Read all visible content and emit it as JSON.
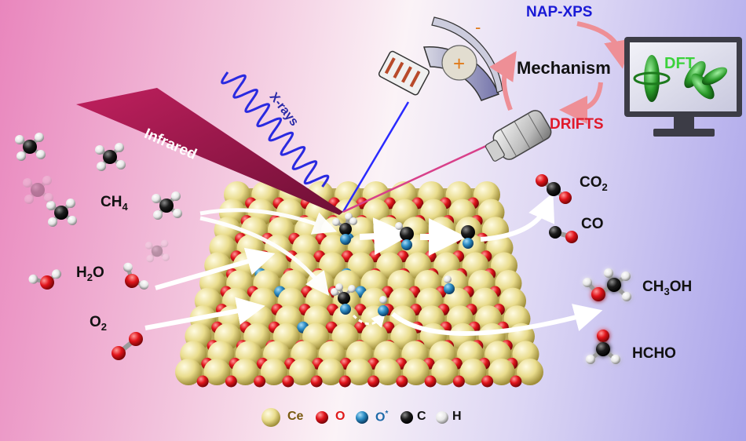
{
  "labels": {
    "napxps": "NAP-XPS",
    "mechanism": "Mechanism",
    "drifts": "DRIFTS",
    "dft": "DFT",
    "infrared": "Infrared",
    "xrays": "X-rays",
    "plus": "+",
    "minus": "-"
  },
  "molecules": {
    "ch4": {
      "base": "CH",
      "sub": "4"
    },
    "h2o_a": "H",
    "h2o_sub": "2",
    "h2o_b": "O",
    "o2_a": "O",
    "o2_sub": "2",
    "co2_a": "CO",
    "co2_sub": "2",
    "co": "CO",
    "ch3oh_a": "CH",
    "ch3oh_sub": "3",
    "ch3oh_b": "OH",
    "hcho": "HCHO"
  },
  "legend": {
    "ce": "Ce",
    "o": "O",
    "os_base": "O",
    "os_sup": "*",
    "c": "C",
    "h": "H"
  },
  "colors": {
    "ceria": "#e9dc8c",
    "oxygen": "#e1141b",
    "active_oxygen": "#2c8cc4",
    "carbon": "#151515",
    "hydrogen": "#f2f2f2",
    "infrared": "#a2184e",
    "xray": "#2a2ae0",
    "napxps": "#1a1ad6",
    "drifts": "#e0192b",
    "dft": "#3bd23b"
  }
}
